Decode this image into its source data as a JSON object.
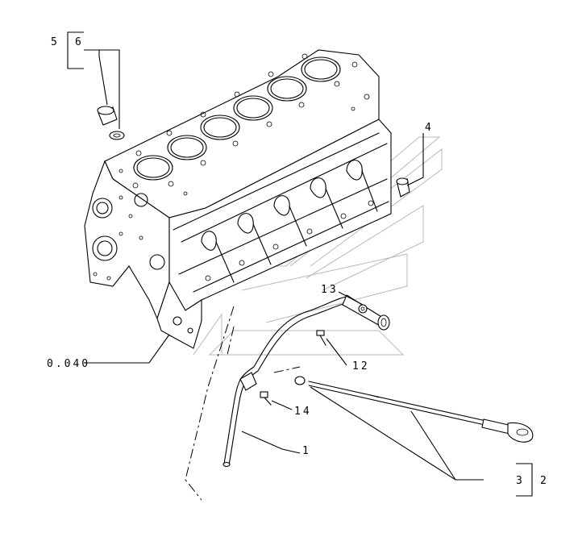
{
  "callouts": {
    "c5": "5",
    "c6": "6",
    "c4": "4",
    "c13": "13",
    "c12": "12",
    "c0040": "0.040",
    "c14": "14",
    "c1": "1",
    "c3": "3",
    "c2": "2"
  }
}
